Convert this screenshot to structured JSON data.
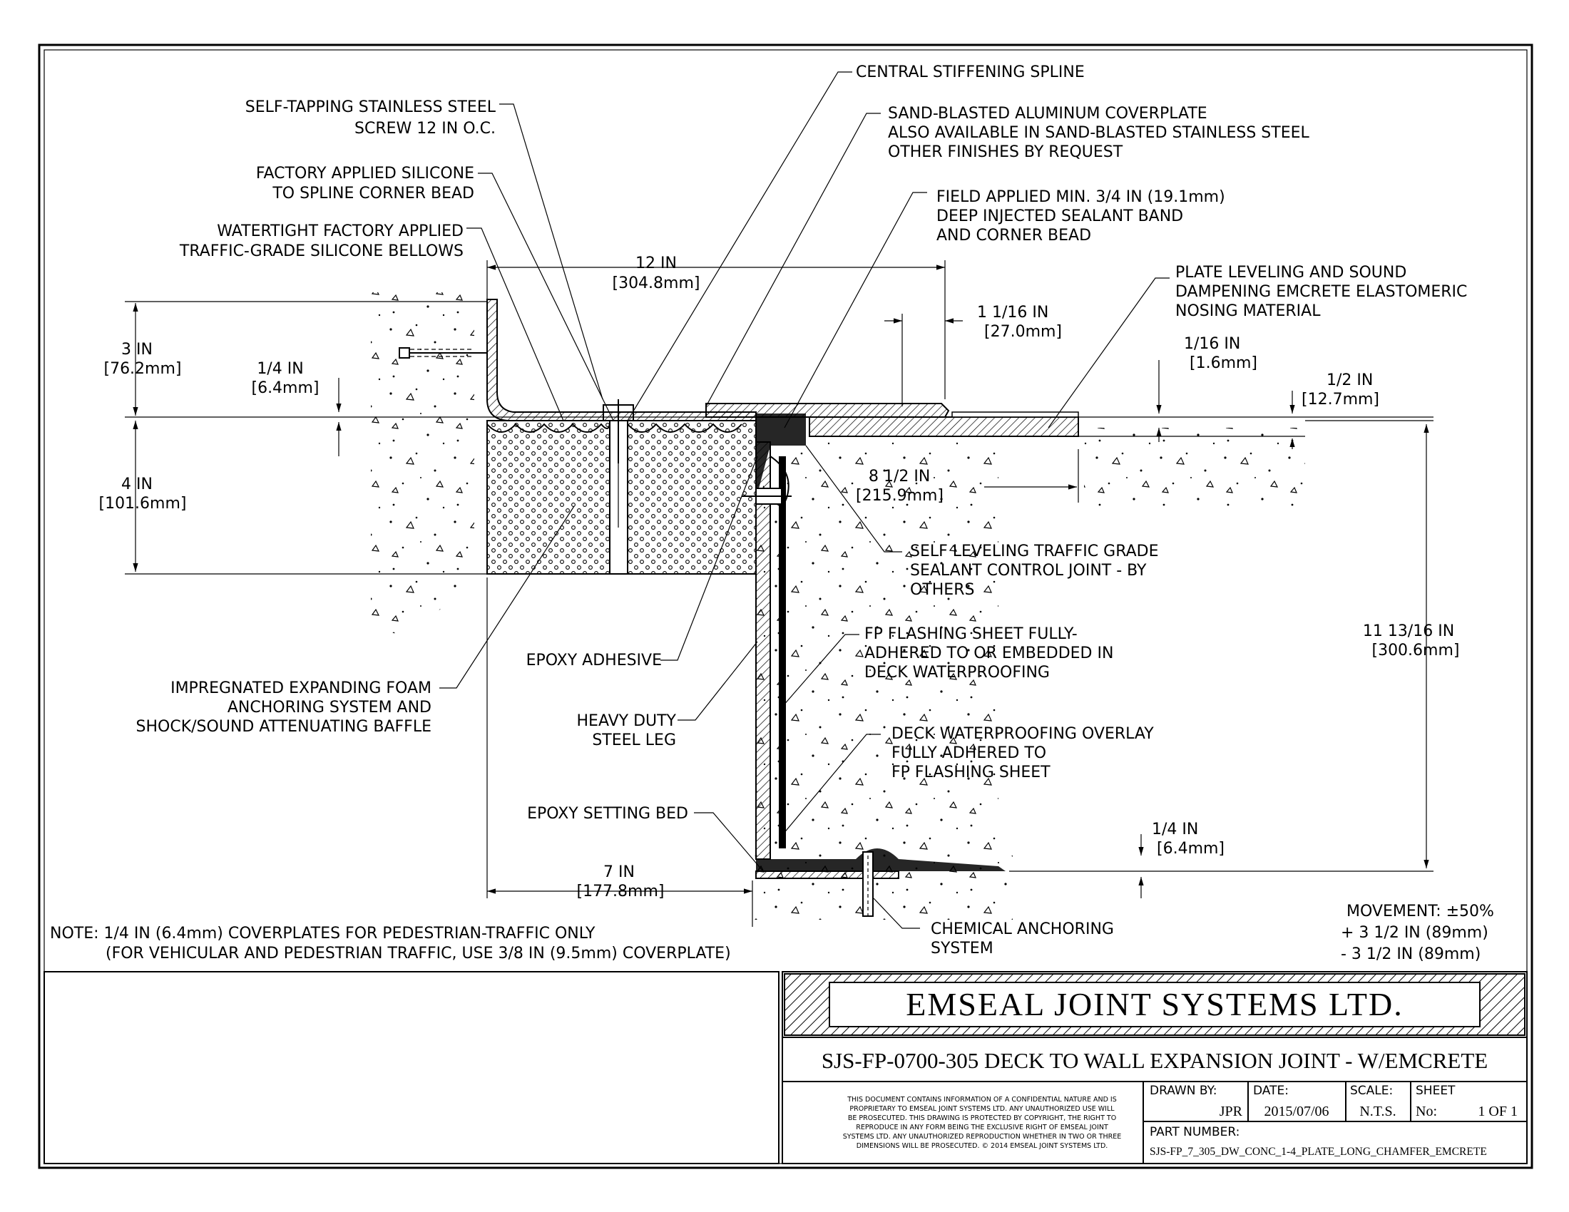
{
  "callouts": {
    "screw": [
      "SELF-TAPPING STAINLESS STEEL",
      "SCREW 12 IN O.C."
    ],
    "silicone_bead": [
      "FACTORY APPLIED SILICONE",
      "TO SPLINE CORNER BEAD"
    ],
    "bellows": [
      "WATERTIGHT FACTORY APPLIED",
      "TRAFFIC-GRADE SILICONE BELLOWS"
    ],
    "spline": [
      "CENTRAL STIFFENING SPLINE"
    ],
    "coverplate": [
      "SAND-BLASTED ALUMINUM COVERPLATE",
      "ALSO AVAILABLE IN SAND-BLASTED STAINLESS STEEL",
      "OTHER FINISHES BY REQUEST"
    ],
    "sealant_band": [
      "FIELD APPLIED MIN. 3/4 IN (19.1mm)",
      "DEEP INJECTED SEALANT BAND",
      "AND CORNER BEAD"
    ],
    "emcrete": [
      "PLATE LEVELING AND SOUND",
      "DAMPENING EMCRETE ELASTOMERIC",
      "NOSING MATERIAL"
    ],
    "control_joint": [
      "SELF LEVELING TRAFFIC GRADE",
      "SEALANT CONTROL JOINT - BY",
      "OTHERS"
    ],
    "flashing": [
      "FP FLASHING SHEET FULLY-",
      "ADHERED TO OR EMBEDDED IN",
      "DECK WATERPROOFING"
    ],
    "overlay": [
      "DECK WATERPROOFING OVERLAY",
      "FULLY ADHERED TO",
      "FP FLASHING SHEET"
    ],
    "epoxy_adhesive": [
      "EPOXY ADHESIVE"
    ],
    "steel_leg": [
      "HEAVY DUTY",
      "STEEL LEG"
    ],
    "foam": [
      "IMPREGNATED EXPANDING FOAM",
      "ANCHORING SYSTEM AND",
      "SHOCK/SOUND ATTENUATING BAFFLE"
    ],
    "setting_bed": [
      "EPOXY SETTING BED"
    ],
    "anchoring": [
      "CHEMICAL ANCHORING",
      "SYSTEM"
    ]
  },
  "dimensions": {
    "width_12": [
      "12 IN",
      "[304.8mm]"
    ],
    "d_1_1_16": [
      "1 1/16 IN",
      "[27.0mm]"
    ],
    "d_1_16": [
      "1/16 IN",
      "[1.6mm]"
    ],
    "d_1_2": [
      "1/2 IN",
      "[12.7mm]"
    ],
    "d_3": [
      "3 IN",
      "[76.2mm]"
    ],
    "d_1_4_top": [
      "1/4 IN",
      "[6.4mm]"
    ],
    "d_4": [
      "4 IN",
      "[101.6mm]"
    ],
    "d_8_1_2": [
      "8 1/2 IN",
      "[215.9mm]"
    ],
    "d_11_13_16": [
      "11 13/16 IN",
      "[300.6mm]"
    ],
    "d_1_4_bottom": [
      "1/4 IN",
      "[6.4mm]"
    ],
    "d_7": [
      "7 IN",
      "[177.8mm]"
    ]
  },
  "note": {
    "line1": "NOTE: 1/4 IN (6.4mm) COVERPLATES FOR PEDESTRIAN-TRAFFIC ONLY",
    "line2": "(FOR VEHICULAR AND PEDESTRIAN TRAFFIC, USE 3/8 IN (9.5mm) COVERPLATE)"
  },
  "movement": {
    "title": "MOVEMENT: ±50%",
    "plus": "+ 3 1/2 IN (89mm)",
    "minus": "- 3 1/2 IN (89mm)"
  },
  "title_block": {
    "company": "EMSEAL JOINT SYSTEMS LTD.",
    "drawing_title": "SJS-FP-0700-305 DECK TO WALL EXPANSION JOINT - W/EMCRETE",
    "disclaimer": [
      "THIS DOCUMENT CONTAINS INFORMATION OF A CONFIDENTIAL NATURE AND IS",
      "PROPRIETARY TO EMSEAL JOINT SYSTEMS LTD. ANY UNAUTHORIZED USE WILL",
      "BE PROSECUTED. THIS DRAWING IS PROTECTED BY COPYRIGHT, THE RIGHT TO",
      "REPRODUCE IN ANY FORM BEING THE EXCLUSIVE RIGHT OF EMSEAL JOINT",
      "SYSTEMS LTD. ANY UNAUTHORIZED REPRODUCTION WHETHER IN TWO OR THREE",
      "DIMENSIONS WILL BE PROSECUTED. © 2014 EMSEAL JOINT SYSTEMS LTD."
    ],
    "drawn_by_label": "DRAWN BY:",
    "drawn_by": "JPR",
    "date_label": "DATE:",
    "date": "2015/07/06",
    "scale_label": "SCALE:",
    "scale": "N.T.S.",
    "sheet_label": "SHEET",
    "sheet_no_label": "No:",
    "sheet": "1 OF 1",
    "part_label": "PART NUMBER:",
    "part_number": "SJS-FP_7_305_DW_CONC_1-4_PLATE_LONG_CHAMFER_EMCRETE"
  }
}
